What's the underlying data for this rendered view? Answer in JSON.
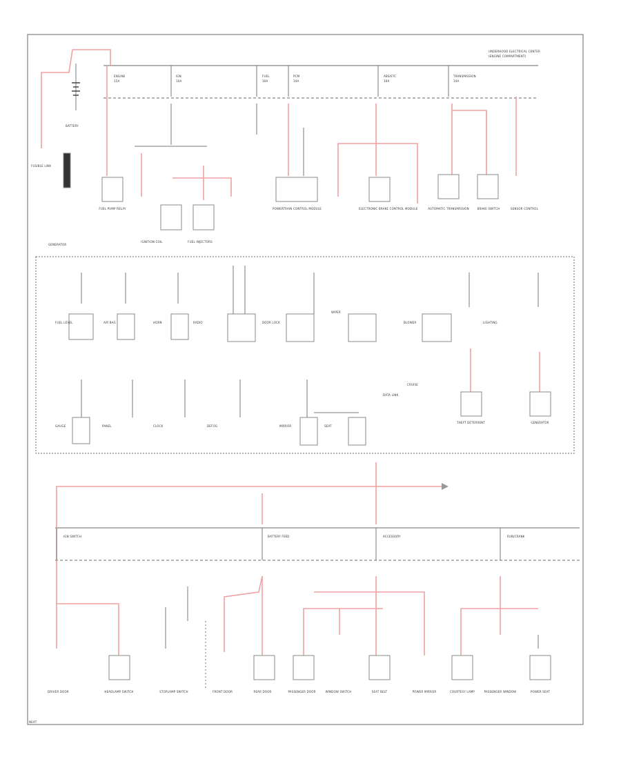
{
  "header": {
    "underhood_box": "UNDERHOOD ELECTRICAL CENTER",
    "underhood_box_2": "(ENGINE COMPARTMENT)"
  },
  "power_source": {
    "battery_label": "BATTERY",
    "generator_label": "GENERATOR",
    "fusible_link_label": "FUSIBLE LINK"
  },
  "fuses_top": [
    {
      "name": "ENGINE",
      "amps": "15A"
    },
    {
      "name": "IGN",
      "amps": "10A"
    },
    {
      "name": "FUEL",
      "amps": "10A"
    },
    {
      "name": "PCM",
      "amps": "10A"
    },
    {
      "name": "ABS/ETC",
      "amps": "10A"
    },
    {
      "name": "TRANSMISSION",
      "amps": "10A"
    }
  ],
  "components_top": [
    "FUEL PUMP RELAY",
    "IGNITION COIL",
    "FUEL INJECTORS",
    "POWERTRAIN CONTROL MODULE",
    "ELECTRONIC BRAKE CONTROL MODULE",
    "AUTOMATIC TRANSMISSION",
    "BRAKE SWITCH",
    "SENSOR CONTROL"
  ],
  "components_mid": [
    "FUEL LEVEL",
    "AIR BAG",
    "HORN",
    "RADIO",
    "DOOR LOCK",
    "WIPER",
    "BLOWER",
    "LIGHTING",
    "GAUGE",
    "PANEL",
    "CLOCK",
    "DEFOG",
    "MIRROR",
    "SEAT",
    "DATA LINK",
    "CRUISE"
  ],
  "components_right": [
    "THEFT DETERRENT",
    "GENERATOR"
  ],
  "fuses_bottom": [
    {
      "name": "IGN SWITCH"
    },
    {
      "name": "BATTERY FEED"
    },
    {
      "name": "ACCESSORY"
    },
    {
      "name": "RUN/CRANK"
    }
  ],
  "components_bottom": [
    "DRIVER DOOR",
    "HEADLAMP SWITCH",
    "STOPLAMP SWITCH",
    "FRONT DOOR",
    "REAR DOOR",
    "PASSENGER DOOR",
    "WINDOW SWITCH",
    "SEAT BELT",
    "POWER MIRROR",
    "COURTESY LAMP",
    "PASSENGER WINDOW",
    "POWER SEAT"
  ],
  "footer_left": "NEXT"
}
